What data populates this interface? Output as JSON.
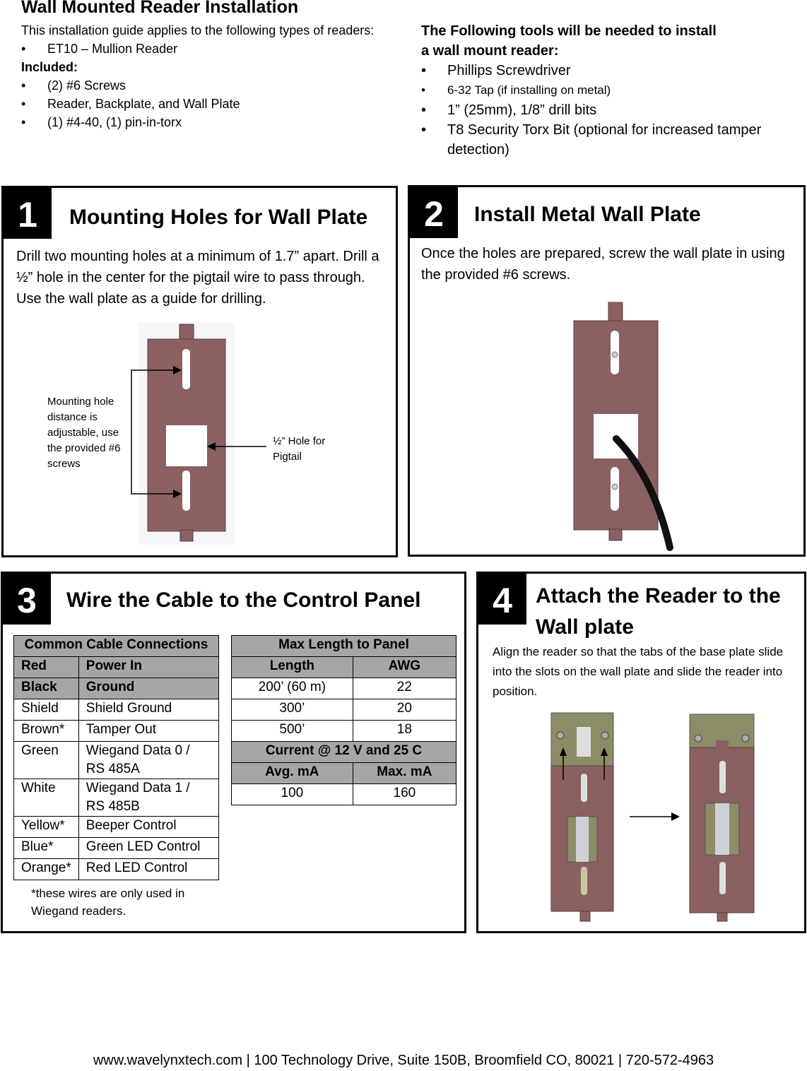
{
  "header": {
    "title": "Wall Mounted Reader Installation",
    "applies": "This installation guide applies to the following types of readers:",
    "readers": [
      "ET10 – Mullion Reader"
    ],
    "included_label": "Included:",
    "included": [
      "(2) #6 Screws",
      "Reader, Backplate, and Wall Plate",
      "(1) #4-40, (1) pin-in-torx"
    ]
  },
  "tools": {
    "heading_line1": "The Following tools will be needed to install",
    "heading_line2": "a wall mount reader:",
    "items": [
      "Phillips Screwdriver",
      "6-32 Tap (if installing on metal)",
      "1” (25mm), 1/8” drill bits",
      "T8 Security Torx Bit (optional for increased tamper detection)"
    ]
  },
  "step1": {
    "number": "1",
    "title": "Mounting Holes for Wall Plate",
    "text": "Drill two mounting holes at a minimum of 1.7” apart. Drill a ½” hole in the center for the pigtail wire to pass through. Use the wall plate as a guide for drilling.",
    "label_left": "Mounting hole distance is adjustable, use the provided #6 screws",
    "label_right": "½” Hole for Pigtail"
  },
  "step2": {
    "number": "2",
    "title": "Install Metal Wall Plate",
    "text": "Once the holes are prepared, screw the wall plate in using the provided #6 screws."
  },
  "step3": {
    "number": "3",
    "title": "Wire the Cable to the Control Panel",
    "connections_header": "Common Cable Connections",
    "connections": [
      [
        "Red",
        "Power In"
      ],
      [
        "Black",
        "Ground"
      ],
      [
        "Shield",
        "Shield Ground"
      ],
      [
        "Brown*",
        "Tamper Out"
      ],
      [
        "Green",
        "Wiegand Data 0 / RS 485A"
      ],
      [
        "White",
        "Wiegand Data 1 / RS 485B"
      ],
      [
        "Yellow*",
        "Beeper Control"
      ],
      [
        "Blue*",
        "Green LED Control"
      ],
      [
        "Orange*",
        "Red LED Control"
      ]
    ],
    "footnote": "*these wires are only used in Wiegand readers.",
    "length_header": "Max Length to Panel",
    "length_cols": [
      "Length",
      "AWG"
    ],
    "lengths": [
      [
        "200’ (60 m)",
        "22"
      ],
      [
        "300’",
        "20"
      ],
      [
        "500’",
        "18"
      ]
    ],
    "current_header": "Current @ 12 V and 25 C",
    "current_cols": [
      "Avg. mA",
      "Max. mA"
    ],
    "current": [
      [
        "100",
        "160"
      ]
    ]
  },
  "step4": {
    "number": "4",
    "title_line1": "Attach the Reader to the",
    "title_line2": "Wall plate",
    "text": "Align the reader so that the tabs of the base plate slide into the slots on the wall plate and slide the reader into position."
  },
  "footer": "www.wavelynxtech.com | 100 Technology Drive, Suite 150B, Broomfield CO, 80021 | 720-572-4963",
  "colors": {
    "plate": "#8a6060",
    "panel_gray": "#a6a6a6",
    "tab_olive": "#8c8c68"
  }
}
